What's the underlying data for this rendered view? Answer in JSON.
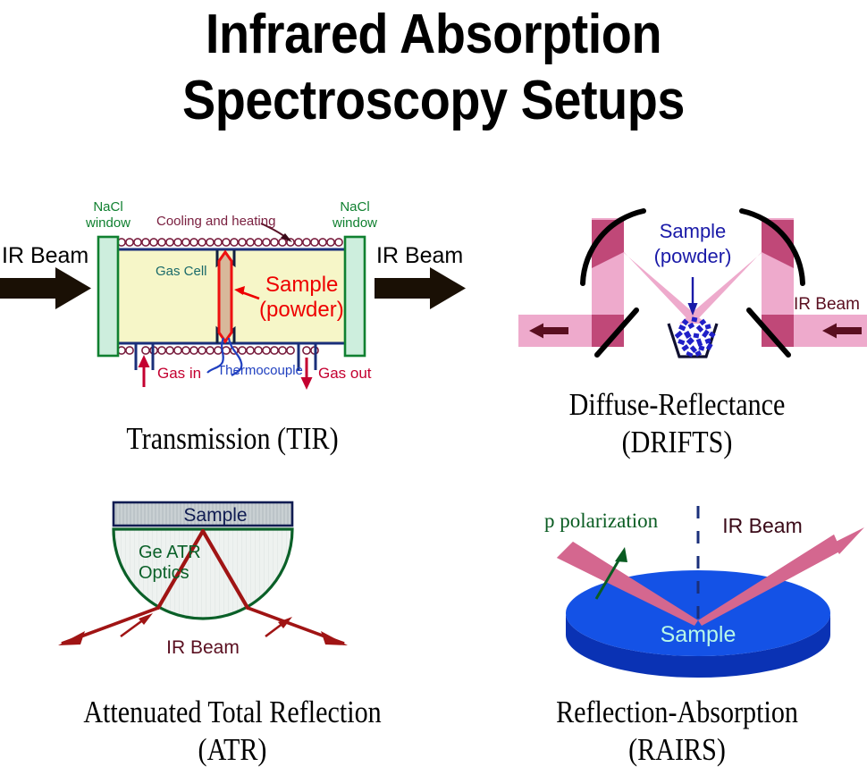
{
  "title": {
    "line1": "Infrared Absorption",
    "line2": "Spectroscopy Setups"
  },
  "captions": {
    "tir_line1": "Transmission (TIR)",
    "tir_line2": "",
    "drifts_line1": "Diffuse-Reflectance",
    "drifts_line2": "(DRIFTS)",
    "atr_line1": "Attenuated Total Reflection",
    "atr_line2": "(ATR)",
    "rairs_line1": "Reflection-Absorption",
    "rairs_line2": "(RAIRS)"
  },
  "panels": {
    "tir": {
      "name": "Transmission (TIR)",
      "ir_beam_left": "IR Beam",
      "ir_beam_right": "IR Beam",
      "nacl_left_line1": "NaCl",
      "nacl_left_line2": "window",
      "nacl_right_line1": "NaCl",
      "nacl_right_line2": "window",
      "cooling_heating": "Cooling and heating",
      "gas_cell": "Gas Cell",
      "sample_line1": "Sample",
      "sample_line2": "(powder)",
      "thermocouple": "Thermocouple",
      "gas_in": "Gas in",
      "gas_out": "Gas out"
    },
    "drifts": {
      "name": "Diffuse-Reflectance (DRIFTS)",
      "sample_line1": "Sample",
      "sample_line2": "(powder)",
      "ir_beam": "IR Beam"
    },
    "atr": {
      "name": "Attenuated Total Reflection (ATR)",
      "sample": "Sample",
      "optics_line1": "Ge ATR",
      "optics_line2": "Optics",
      "ir_beam": "IR Beam"
    },
    "rairs": {
      "name": "Reflection-Absorption (RAIRS)",
      "p_polarization": "p polarization",
      "ir_beam": "IR Beam",
      "sample": "Sample"
    }
  },
  "colors": {
    "background": "#ffffff",
    "title_text": "#000000",
    "caption_text": "#000000",
    "nacl_window_fill": "#cdeedd",
    "nacl_window_stroke": "#108030",
    "nacl_label": "#108030",
    "gas_cell_fill": "#f6f6c8",
    "gas_cell_stroke": "#1a2f7a",
    "gas_cell_label": "#1a6a6a",
    "coil": "#7a2040",
    "cooling_label": "#7a2040",
    "sample_red": "#ee0000",
    "sample_powder_fill": "#d8b89a",
    "thermocouple_blue": "#2040c0",
    "gas_label": "#c40030",
    "ir_beam_black": "#1a1005",
    "beam_pink": "#eeaacc",
    "beam_pink_dark": "#c04878",
    "beam_rose": "#d4678f",
    "mirror_black": "#000000",
    "drifts_sample_blue": "#1a1aa8",
    "drifts_powder_blue": "#2020c8",
    "drifts_ir_beam": "#5a0f20",
    "atr_green": "#0a6028",
    "atr_body_fill": "#eef2f0",
    "atr_sample_fill": "#b8c0c4",
    "atr_sample_stroke": "#101c52",
    "atr_sample_text": "#101c52",
    "atr_beam_red": "#a01414",
    "atr_ir_label": "#5a0f20",
    "rairs_disk_top": "#1452e6",
    "rairs_disk_side": "#0a32b4",
    "rairs_sample_text": "#b8f8e8",
    "rairs_green": "#0a5c22",
    "rairs_normal": "#1a2f7a",
    "rairs_ir_label": "#3a0a18"
  }
}
